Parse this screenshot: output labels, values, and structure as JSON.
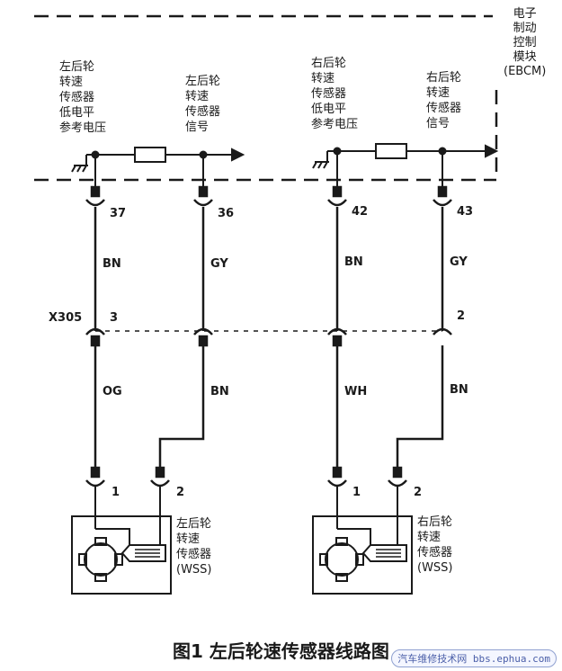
{
  "module": {
    "name": "电子\n制动\n控制\n模块\n(EBCM)"
  },
  "ebcm_labels": {
    "lr_low_ref": "左后轮\n转速\n传感器\n低电平\n参考电压",
    "lr_signal": "左后轮\n转速\n传感器\n信号",
    "rr_low_ref": "右后轮\n转速\n传感器\n低电平\n参考电压",
    "rr_signal": "右后轮\n转速\n传感器\n信号"
  },
  "ebcm_pins": {
    "p37": "37",
    "p36": "36",
    "p42": "42",
    "p43": "43"
  },
  "wire_colors_upper": {
    "w37": "BN",
    "w36": "GY",
    "w42": "BN",
    "w43": "GY"
  },
  "connector": {
    "name": "X305",
    "pin_left": "3",
    "pin_right": "2"
  },
  "wire_colors_lower": {
    "w1": "OG",
    "w2": "BN",
    "w3": "WH",
    "w4": "BN"
  },
  "sensor_pins": {
    "l1": "1",
    "l2": "2",
    "r1": "1",
    "r2": "2"
  },
  "sensors": {
    "left": "左后轮\n转速\n传感器\n(WSS)",
    "right": "右后轮\n转速\n传感器\n(WSS)"
  },
  "caption": "图1  左后轮速传感器线路图",
  "watermark": "汽车维修技术网 bbs.ephua.com",
  "colors": {
    "line": "#1a1a1a",
    "watermark": "#4a5ea8"
  }
}
